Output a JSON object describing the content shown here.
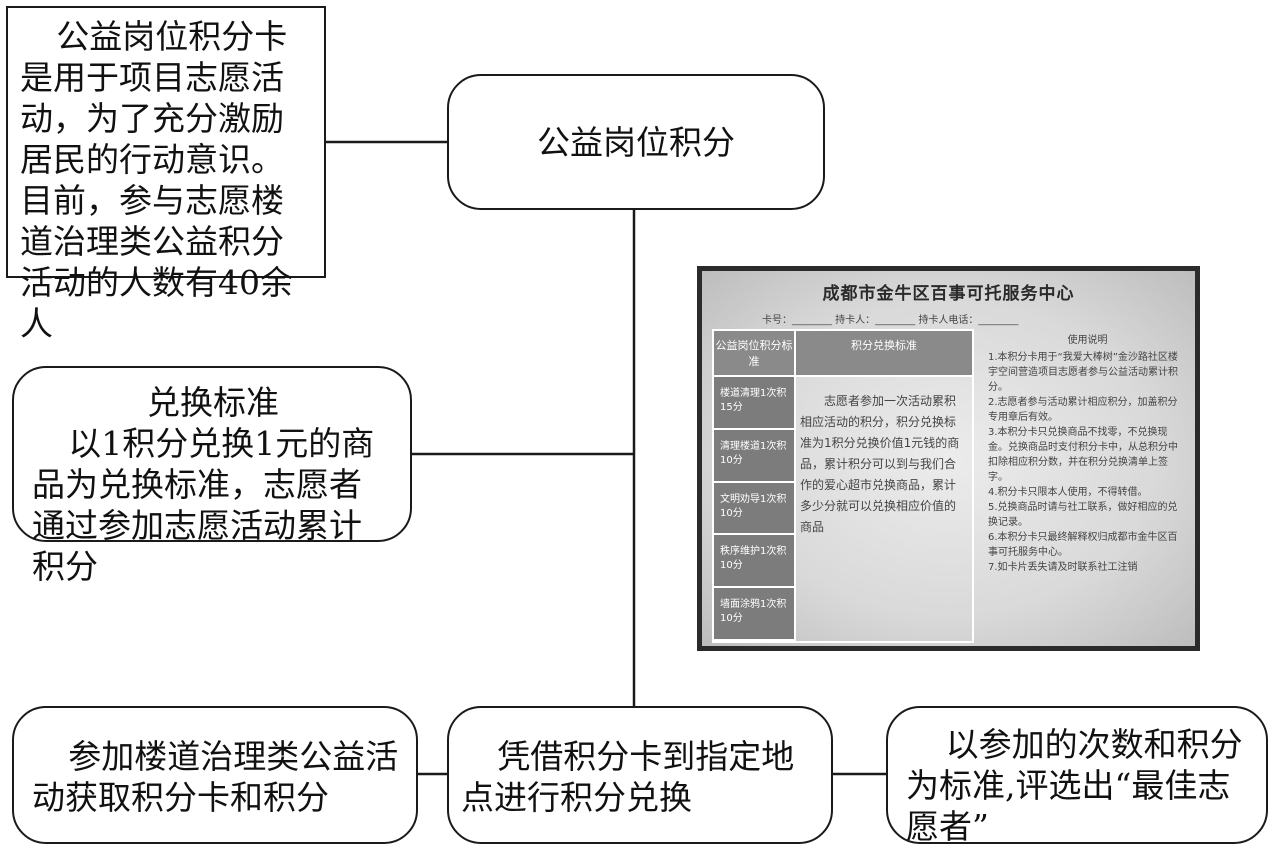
{
  "left_note": {
    "text": "公益岗位积分卡是用于项目志愿活动，为了充分激励居民的行动意识。目前，参与志愿楼道治理类公益积分活动的人数有40余人"
  },
  "center_top": {
    "text": "公益岗位积分"
  },
  "exchange": {
    "title": "兑换标准",
    "text": "以1积分兑换1元的商品为兑换标准，志愿者通过参加志愿活动累计积分"
  },
  "bottom_left": {
    "text": "参加楼道治理类公益活动获取积分卡和积分"
  },
  "bottom_center": {
    "text": "凭借积分卡到指定地点进行积分兑换"
  },
  "bottom_right": {
    "text": "以参加的次数和积分为标准,评选出“最佳志愿者”"
  },
  "card_photo": {
    "title": "成都市金牛区百事可托服务中心",
    "fields": "卡号：________  持卡人：________  持卡人电话：________",
    "header_left": "公益岗位积分标准",
    "header_right": "积分兑换标准",
    "rows": [
      "楼道清理1次积15分",
      "清理楼道1次积10分",
      "文明劝导1次积10分",
      "秩序维护1次积10分",
      "墙面涂鸦1次积10分"
    ],
    "body": "志愿者参加一次活动累积相应活动的积分，积分兑换标准为1积分兑换价值1元钱的商品，累计积分可以到与我们合作的爱心超市兑换商品，累计多少分就可以兑换相应价值的商品",
    "instructions_title": "使用说明",
    "instructions": [
      "1.本积分卡用于“我爱大棒树”金沙路社区楼宇空间营造项目志愿者参与公益活动累计积分。",
      "2.志愿者参与活动累计相应积分，加盖积分专用章后有效。",
      "3.本积分卡只兑换商品不找零，不兑换现金。兑换商品时支付积分卡中，从总积分中扣除相应积分数，并在积分兑换清单上签字。",
      "4.积分卡只限本人使用，不得转借。",
      "5.兑换商品时请与社工联系，做好相应的兑换记录。",
      "6.本积分卡只最终解释权归成都市金牛区百事可托服务中心。",
      "7.如卡片丢失请及时联系社工注销"
    ]
  }
}
